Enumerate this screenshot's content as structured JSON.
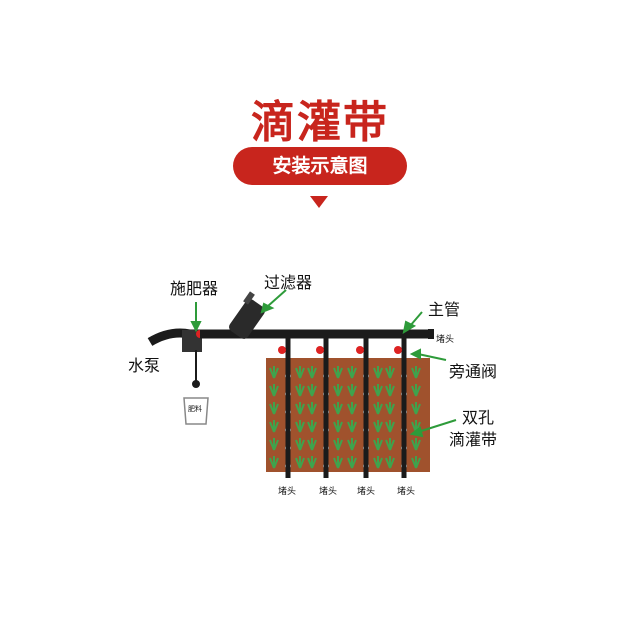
{
  "header": {
    "title": "滴灌带",
    "subtitle": "安装示意图"
  },
  "labels": {
    "fertilizer": "施肥器",
    "filter": "过滤器",
    "main_pipe": "主管",
    "pump": "水泵",
    "bypass_valve": "旁通阀",
    "double_hole_line1": "双孔",
    "double_hole_line2": "滴灌带",
    "end_cap": "堵头",
    "bucket": "肥料"
  },
  "colors": {
    "accent": "#c8251d",
    "pipe": "#1b1b1b",
    "soil": "#a0522d",
    "arrow_green": "#2e9b3a"
  }
}
